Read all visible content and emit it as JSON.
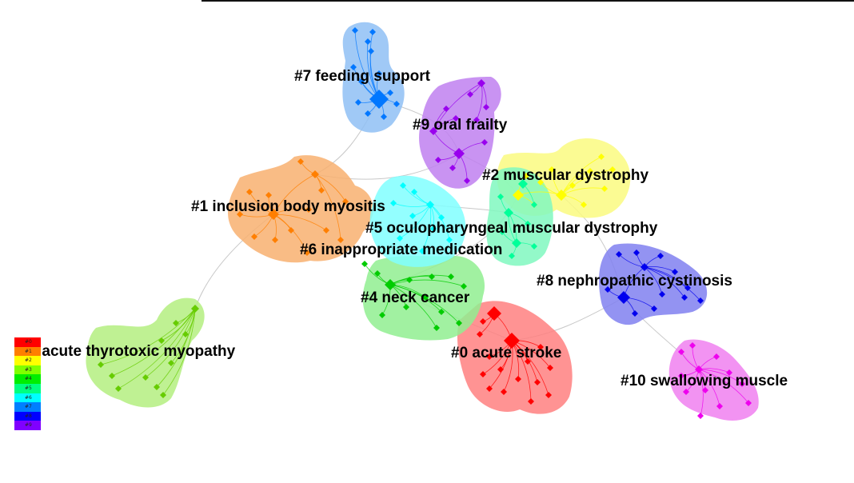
{
  "clusters": [
    {
      "id": "0",
      "label": "#0 acute stroke",
      "color": "#ff0000",
      "fill": "#ff8080"
    },
    {
      "id": "1",
      "label": "#1 inclusion body myositis",
      "color": "#ff7f00",
      "fill": "#f8b070"
    },
    {
      "id": "2",
      "label": "#2 muscular dystrophy",
      "color": "#ffff00",
      "fill": "#fafa80"
    },
    {
      "id": "3",
      "label": "#3 acute thyrotoxic myopathy",
      "color": "#66cc00",
      "fill": "#b4ee80"
    },
    {
      "id": "4",
      "label": "#4 neck cancer",
      "color": "#00cc00",
      "fill": "#90ee90"
    },
    {
      "id": "5",
      "label": "#5 oculopharyngeal muscular dystrophy",
      "color": "#00ff99",
      "fill": "#80f8c0"
    },
    {
      "id": "6",
      "label": "#6 inappropriate medication",
      "color": "#00ffff",
      "fill": "#80ffff"
    },
    {
      "id": "7",
      "label": "#7 feeding support",
      "color": "#0077ff",
      "fill": "#8fbff5"
    },
    {
      "id": "8",
      "label": "#8 nephropathic cystinosis",
      "color": "#0000ee",
      "fill": "#8080f0"
    },
    {
      "id": "9",
      "label": "#9 oral frailty",
      "color": "#9900ee",
      "fill": "#c080f0"
    },
    {
      "id": "10",
      "label": "#10 swallowing muscle",
      "color": "#ee00ee",
      "fill": "#f080f0"
    }
  ],
  "legend": [
    {
      "label": "#0",
      "color": "#ff0000"
    },
    {
      "label": "#1",
      "color": "#ff7f00"
    },
    {
      "label": "#2",
      "color": "#ffff00"
    },
    {
      "label": "#3",
      "color": "#80ff00"
    },
    {
      "label": "#4",
      "color": "#00ee00"
    },
    {
      "label": "#5",
      "color": "#00ff80"
    },
    {
      "label": "#6",
      "color": "#00ffff"
    },
    {
      "label": "#7",
      "color": "#0080ff"
    },
    {
      "label": "#8",
      "color": "#0000ff"
    },
    {
      "label": "#9",
      "color": "#8000ff"
    }
  ]
}
